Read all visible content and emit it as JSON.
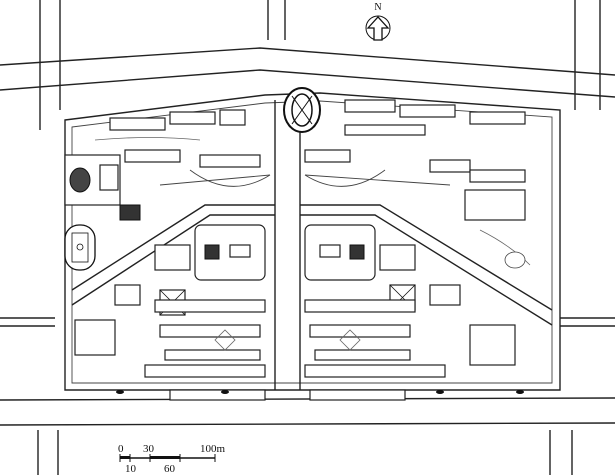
{
  "north": {
    "label": "N",
    "icon": "north-arrow-icon"
  },
  "scale_bar": {
    "top_labels": [
      "0",
      "30",
      "100m"
    ],
    "bottom_labels": [
      "10",
      "60"
    ]
  }
}
